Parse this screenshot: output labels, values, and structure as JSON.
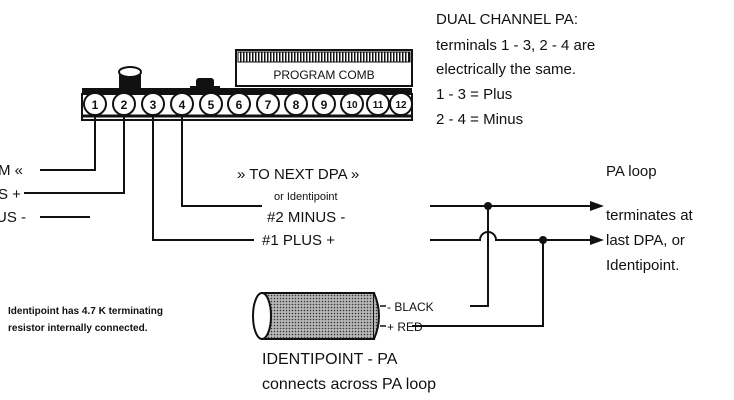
{
  "note_top": {
    "line1": "DUAL CHANNEL PA:",
    "line2": "terminals 1 - 3, 2 - 4 are",
    "line3": "electrically the same.",
    "line4": "1 - 3 = Plus",
    "line5": "2 - 4 = Minus"
  },
  "program_comb": "PROGRAM COMB",
  "terminals": [
    "1",
    "2",
    "3",
    "4",
    "5",
    "6",
    "7",
    "8",
    "9",
    "10",
    "11",
    "12"
  ],
  "left_labels": [
    "M «",
    "S +",
    "US -"
  ],
  "to_next_dpa": "» TO NEXT DPA »",
  "or_identipoint": "or Identipoint",
  "minus_label": "#2 MINUS -",
  "plus_label": "#1 PLUS +",
  "pa_loop": {
    "line1": "PA loop",
    "line2": "terminates at",
    "line3": "last DPA, or",
    "line4": "Identipoint."
  },
  "identipoint_note": {
    "line1": "Identipoint has 4.7 K terminating",
    "line2": "resistor internally connected."
  },
  "black_label": "- BLACK",
  "red_label": "+ RED",
  "identipoint_caption": {
    "line1": "IDENTIPOINT - PA",
    "line2": "connects across PA loop"
  },
  "colors": {
    "ink": "#111111",
    "background": "#ffffff"
  }
}
